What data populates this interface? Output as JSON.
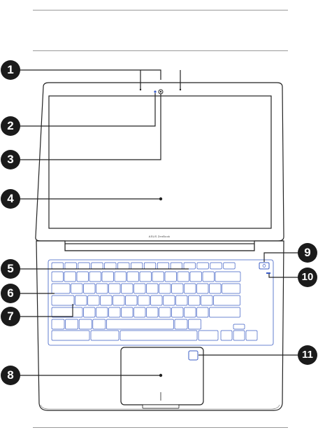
{
  "brand_text": "ASUS ZenBook",
  "callouts": [
    {
      "number": "1",
      "part": "array-microphones"
    },
    {
      "number": "2",
      "part": "camera-indicator"
    },
    {
      "number": "3",
      "part": "camera"
    },
    {
      "number": "4",
      "part": "display-panel"
    },
    {
      "number": "5",
      "part": "function-keys"
    },
    {
      "number": "6",
      "part": "keyboard"
    },
    {
      "number": "7",
      "part": "capital-lock-indicator"
    },
    {
      "number": "8",
      "part": "touchpad"
    },
    {
      "number": "9",
      "part": "power-button"
    },
    {
      "number": "10",
      "part": "power-indicator"
    },
    {
      "number": "11",
      "part": "fingerprint-sensor"
    }
  ],
  "accent_color": "#3b5cc4",
  "outline_color": "#222222"
}
